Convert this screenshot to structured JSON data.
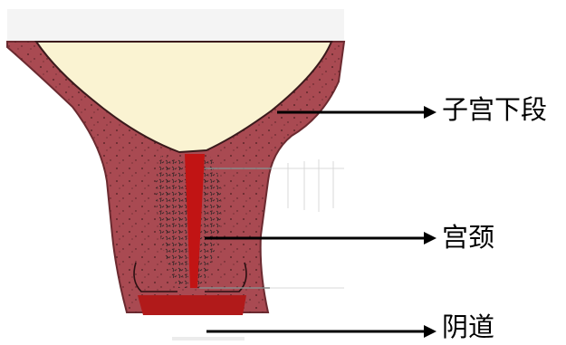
{
  "labels": {
    "lower_uterine_segment": "子宫下段",
    "cervix": "宫颈",
    "vagina": "阴道"
  },
  "colors": {
    "background": "#ffffff",
    "uterine_wall": "#a94a52",
    "uterine_wall_edge": "#6b2a30",
    "amniotic_fill": "#faf3d2",
    "cervical_canal": "#c11414",
    "vaginal_fold": "#b11a1a",
    "label_text": "#000000",
    "pointer_line": "#000000"
  }
}
